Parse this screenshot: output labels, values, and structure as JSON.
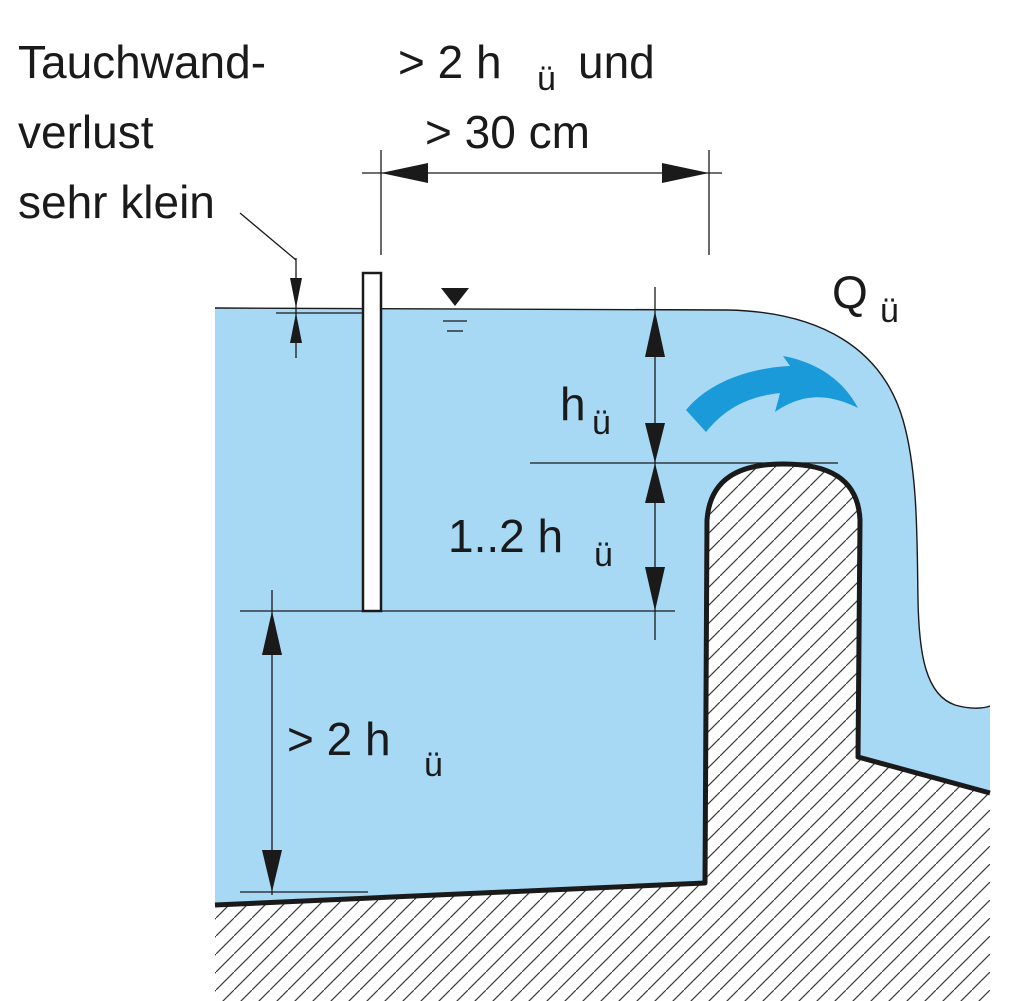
{
  "labels": {
    "tauchwand_1": "Tauchwand-",
    "tauchwand_2": "verlust",
    "tauchwand_3": "sehr klein",
    "distance_main": "> 2 h",
    "distance_sub": "ü",
    "distance_tail": "und",
    "distance_line2": "> 30 cm",
    "flow_main": "Q",
    "flow_sub": "ü",
    "head_main": "h",
    "head_sub": "ü",
    "depth_mid_main": "1..2 h",
    "depth_mid_sub": "ü",
    "depth_low_main": "> 2 h",
    "depth_low_sub": "ü"
  },
  "colors": {
    "water": "#a7d8f4",
    "flow_arrow": "#1a9ad9",
    "outline": "#1a1a1a",
    "hatch": "#3a3a3a",
    "background": "#ffffff"
  },
  "icons": {
    "water_level": "inverted-triangle-water-level-icon",
    "flow": "curved-flow-arrow-icon"
  }
}
